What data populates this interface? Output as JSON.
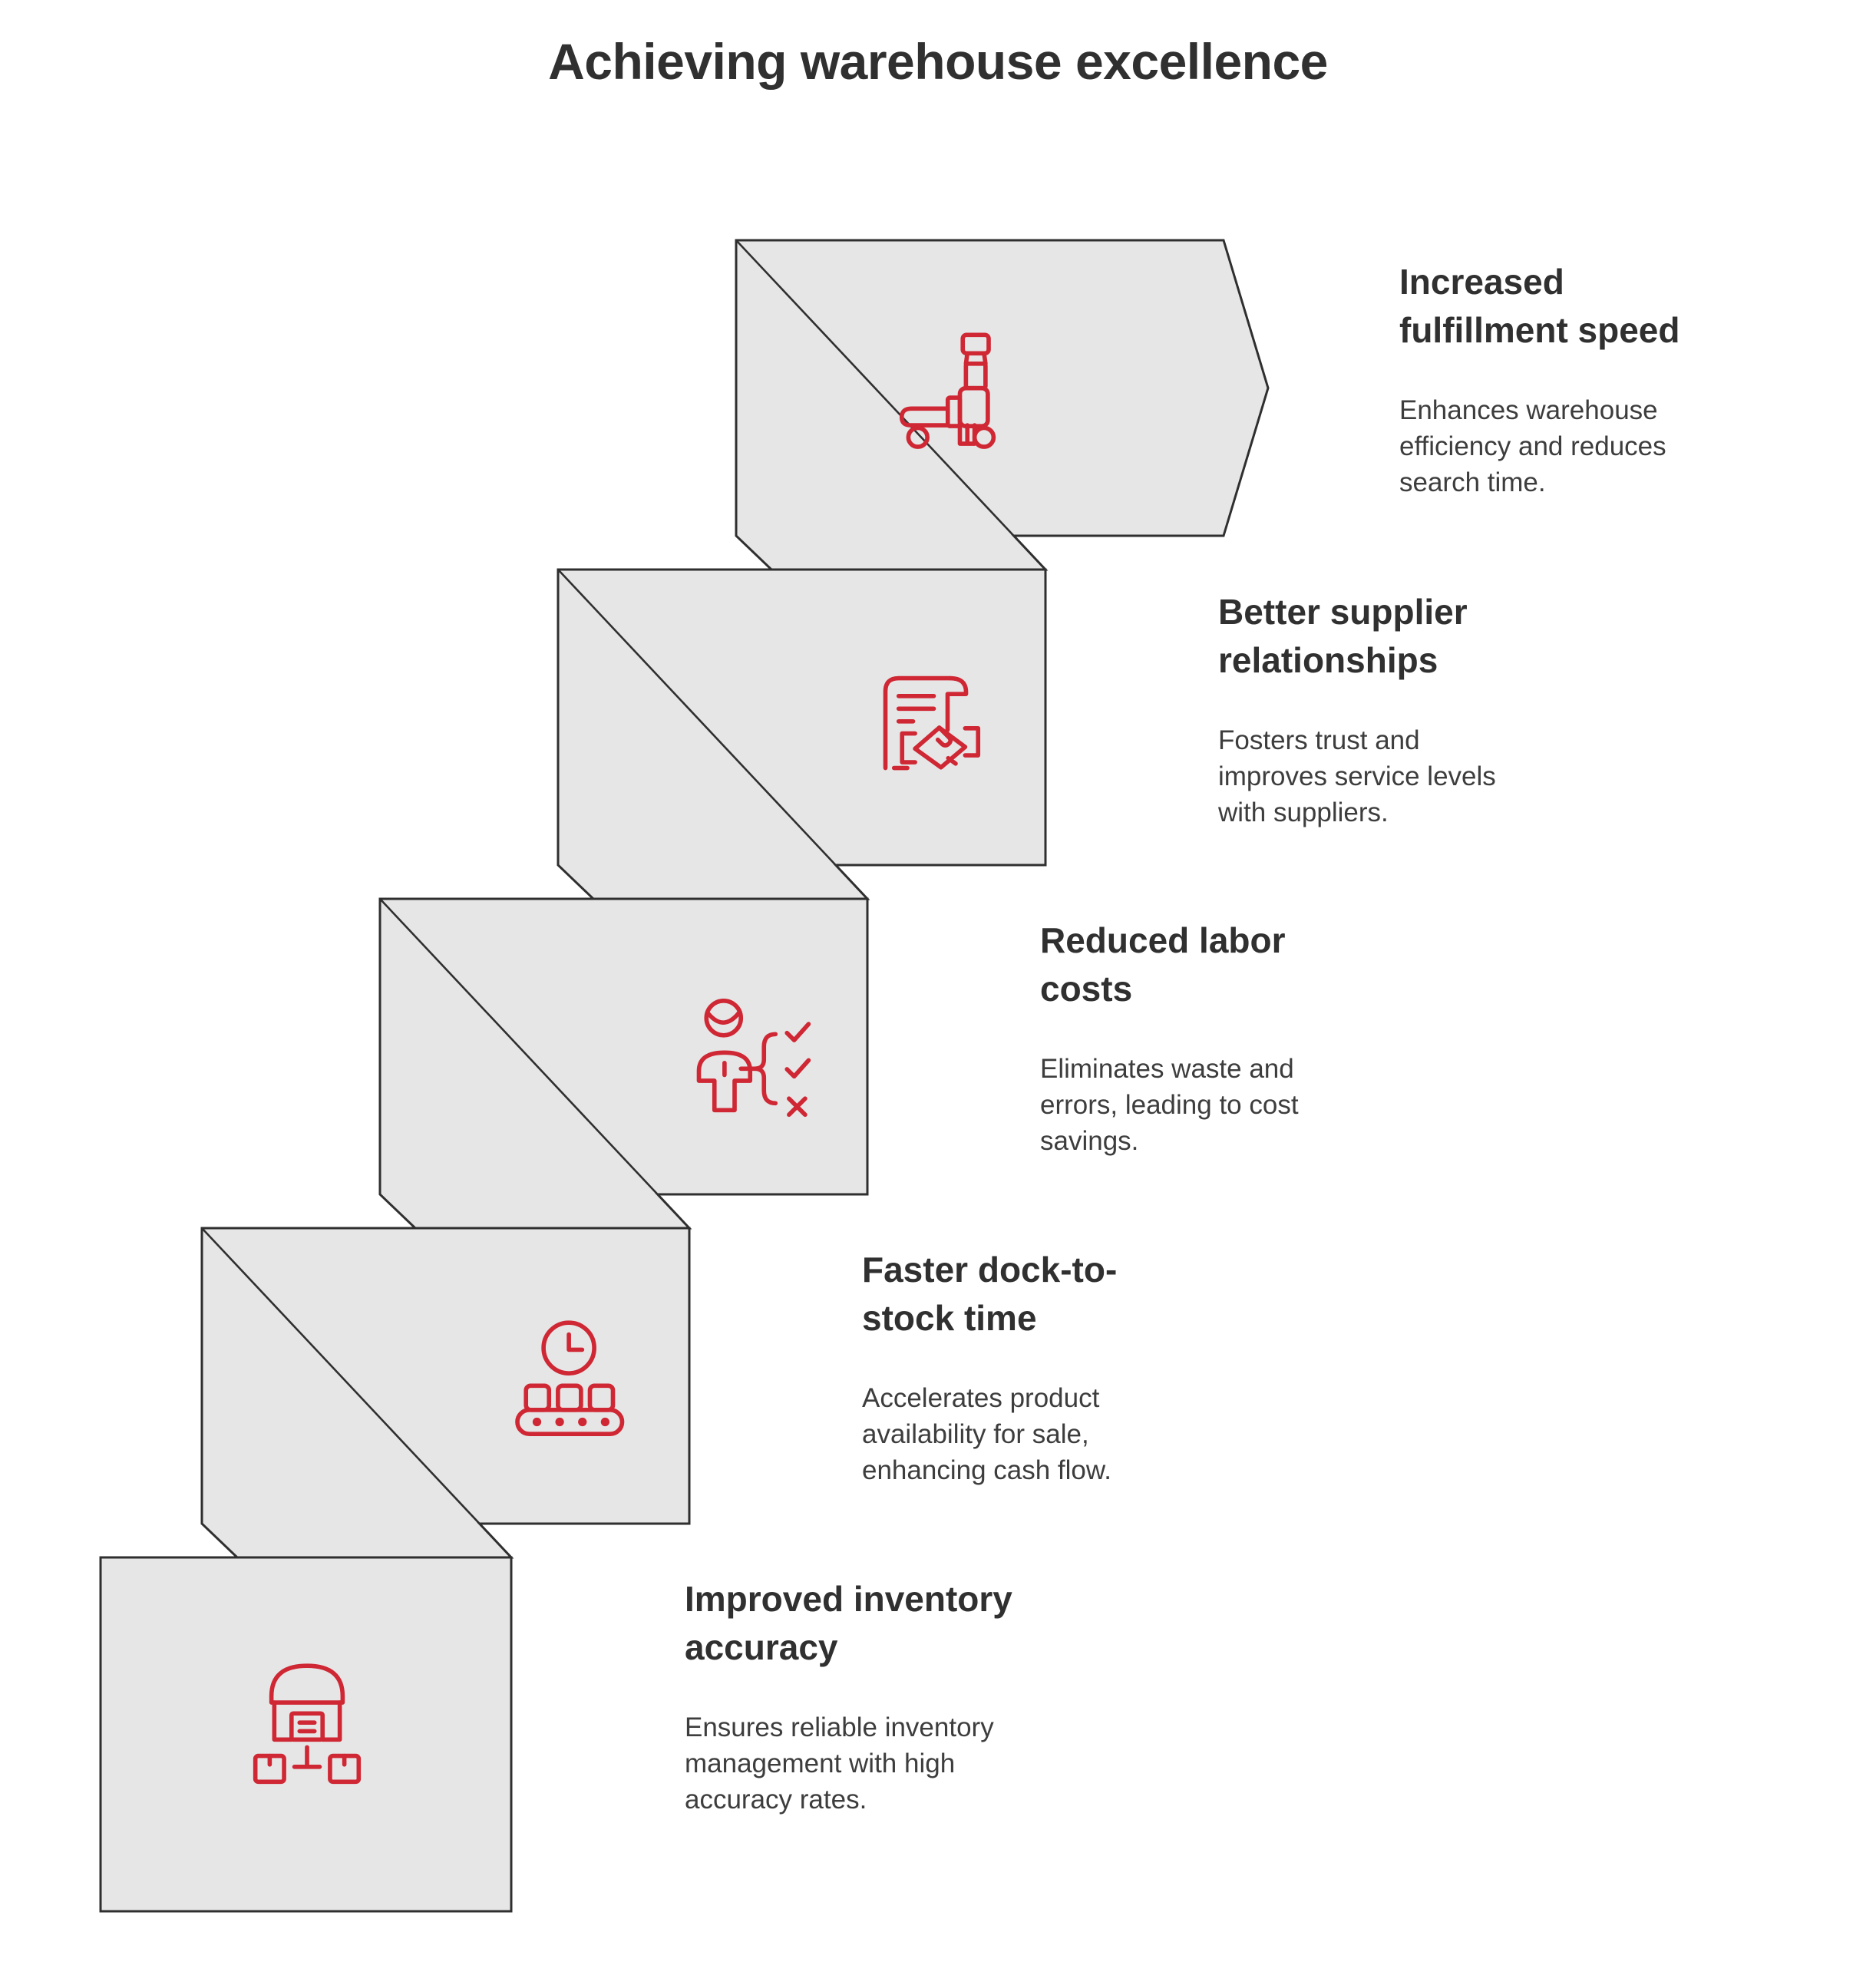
{
  "page": {
    "title": "Achieving warehouse excellence"
  },
  "colors": {
    "accent_red": "#cf2733",
    "tile_fill": "#e6e6e6",
    "tile_stroke": "#2f2f2f",
    "title_color": "#303030",
    "body_color": "#3d3d3d"
  },
  "steps": [
    {
      "order": 1,
      "title": "Increased\nfulfillment speed",
      "description": "Enhances warehouse\nefficiency and reduces\nsearch time.",
      "icon": "pallet-jack-icon"
    },
    {
      "order": 2,
      "title": "Better supplier\nrelationships",
      "description": "Fosters trust and\nimproves service levels\nwith suppliers.",
      "icon": "contract-handshake-icon"
    },
    {
      "order": 3,
      "title": "Reduced labor\ncosts",
      "description": "Eliminates waste and\nerrors, leading to cost\nsavings.",
      "icon": "worker-checklist-icon"
    },
    {
      "order": 4,
      "title": "Faster dock-to-\nstock time",
      "description": "Accelerates product\navailability for sale,\nenhancing cash flow.",
      "icon": "conveyor-clock-icon"
    },
    {
      "order": 5,
      "title": "Improved inventory\naccuracy",
      "description": "Ensures reliable inventory\nmanagement with high\naccuracy rates.",
      "icon": "warehouse-distribution-icon"
    }
  ]
}
